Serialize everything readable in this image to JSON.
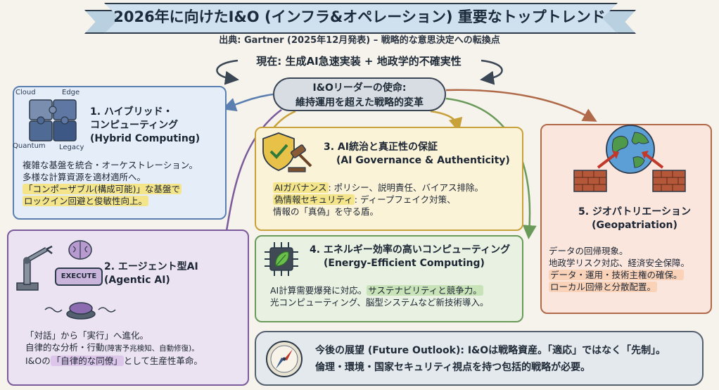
{
  "header": {
    "title": "2026年に向けたI&O (インフラ&オペレーション) 重要なトップトレンド",
    "subtitle": "出典: Gartner (2025年12月発表) – 戦略的な意思決定への転換点",
    "now": "現在: 生成AI急速実装 + 地政学的不確実性"
  },
  "mission": {
    "line1": "I&Oリーダーの使命:",
    "line2": "維持運用を超えた戦略的変革"
  },
  "trend1": {
    "title_line1": "1. ハイブリッド・",
    "title_line2": "コンピューティング",
    "title_en": "(Hybrid Computing)",
    "labels": [
      "Cloud",
      "Edge",
      "Quantum",
      "Legacy"
    ],
    "body": [
      "複雑な基盤を統合・オーケストレーション。",
      "多様な計算資源を適材適所へ。",
      "「コンポーザブル(構成可能)」な基盤で",
      "ロックイン回避と俊敏性向上。"
    ]
  },
  "trend2": {
    "title": "2. エージェント型AI",
    "title_en": "(Agentic AI)",
    "button_label": "EXECUTE",
    "body1": "「対話」から「実行」へ進化。",
    "body2a": "自律的な分析・行動",
    "body2b": "(障害予兆検知、自動修復)。",
    "body3a": "I&Oの",
    "body3b": "「自律的な同僚」",
    "body3c": "として生産性革命。"
  },
  "trend3": {
    "title": "3. AI統治と真正性の保証",
    "title_en": "(AI Governance & Authenticity)",
    "body1a": "AIガバナンス",
    "body1b": ": ポリシー、説明責任、バイアス排除。",
    "body2a": "偽情報セキュリティ",
    "body2b": ": ディープフェイク対策、",
    "body3": "情報の「真偽」を守る盾。"
  },
  "trend4": {
    "title": "4. エネルギー効率の高いコンピューティング",
    "title_en": "(Energy-Efficient Computing)",
    "body1a": "AI計算需要爆発に対応。",
    "body1b": "サステナビリティと競争力。",
    "body2": "光コンピューティング、脳型システムなど新技術導入。"
  },
  "trend5": {
    "title": "5. ジオパトリエーション",
    "title_en": "(Geopatriation)",
    "body": [
      "データの回帰現象。",
      "地政学リスク対応、経済安全保障。",
      "データ・運用・技術主権の確保。",
      "ローカル回帰と分散配置。"
    ]
  },
  "outlook": {
    "line1a": "今後の展望 (Future Outlook): I&Oは戦略資産。",
    "line1b": "「適応」ではなく「先制」。",
    "line2": "倫理・環境・国家セキュリティ視点を持つ包括的戦略が必要。"
  },
  "colors": {
    "blue": "#5a7fb0",
    "purple": "#7a5a9a",
    "yellow": "#c9a13a",
    "green": "#6a9a5a",
    "orange": "#b06a4a"
  }
}
